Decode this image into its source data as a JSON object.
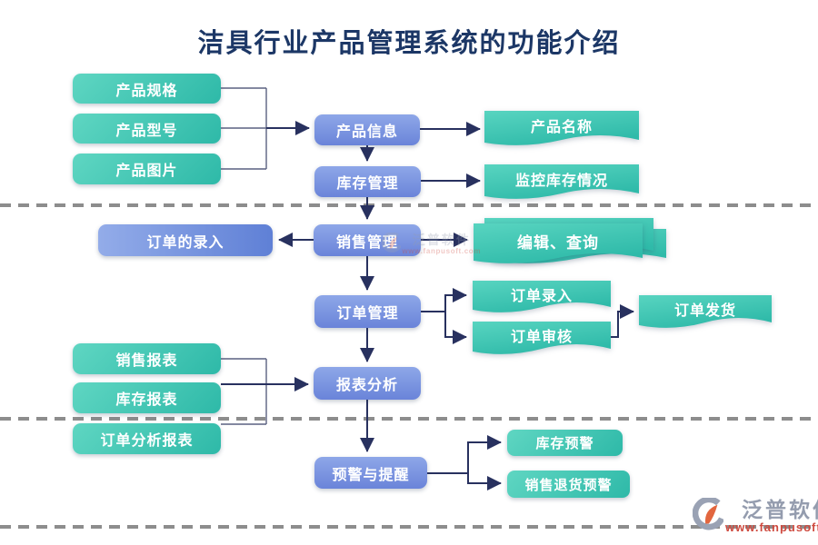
{
  "title": "洁具行业产品管理系统的功能介绍",
  "nodes": {
    "product_spec": "产品规格",
    "product_model": "产品型号",
    "product_image": "产品图片",
    "product_info": "产品信息",
    "inventory_mgmt": "库存管理",
    "product_name": "产品名称",
    "monitor_inventory": "监控库存情况",
    "sales_mgmt": "销售管理",
    "order_entry_left": "订单的录入",
    "edit_query": "编辑、查询",
    "order_mgmt": "订单管理",
    "order_entry": "订单录入",
    "order_review": "订单审核",
    "order_ship": "订单发货",
    "report_analysis": "报表分析",
    "sales_report": "销售报表",
    "inventory_report": "库存报表",
    "order_analysis_report": "订单分析报表",
    "alert_reminder": "预警与提醒",
    "inventory_alert": "库存预警",
    "sales_return_alert": "销售退货预警"
  },
  "watermark": {
    "brand": "泛普软件",
    "url": "www.fanpusoft.com"
  },
  "colors": {
    "title": "#1c3766",
    "green_box": "#35bcab",
    "blue_box": "#7b95de",
    "arrow": "#28315f",
    "thin_line": "#5a6080",
    "dashed_line": "#8d8d8d",
    "watermark_gray": "#949cae",
    "watermark_red": "#cf4a3f"
  }
}
